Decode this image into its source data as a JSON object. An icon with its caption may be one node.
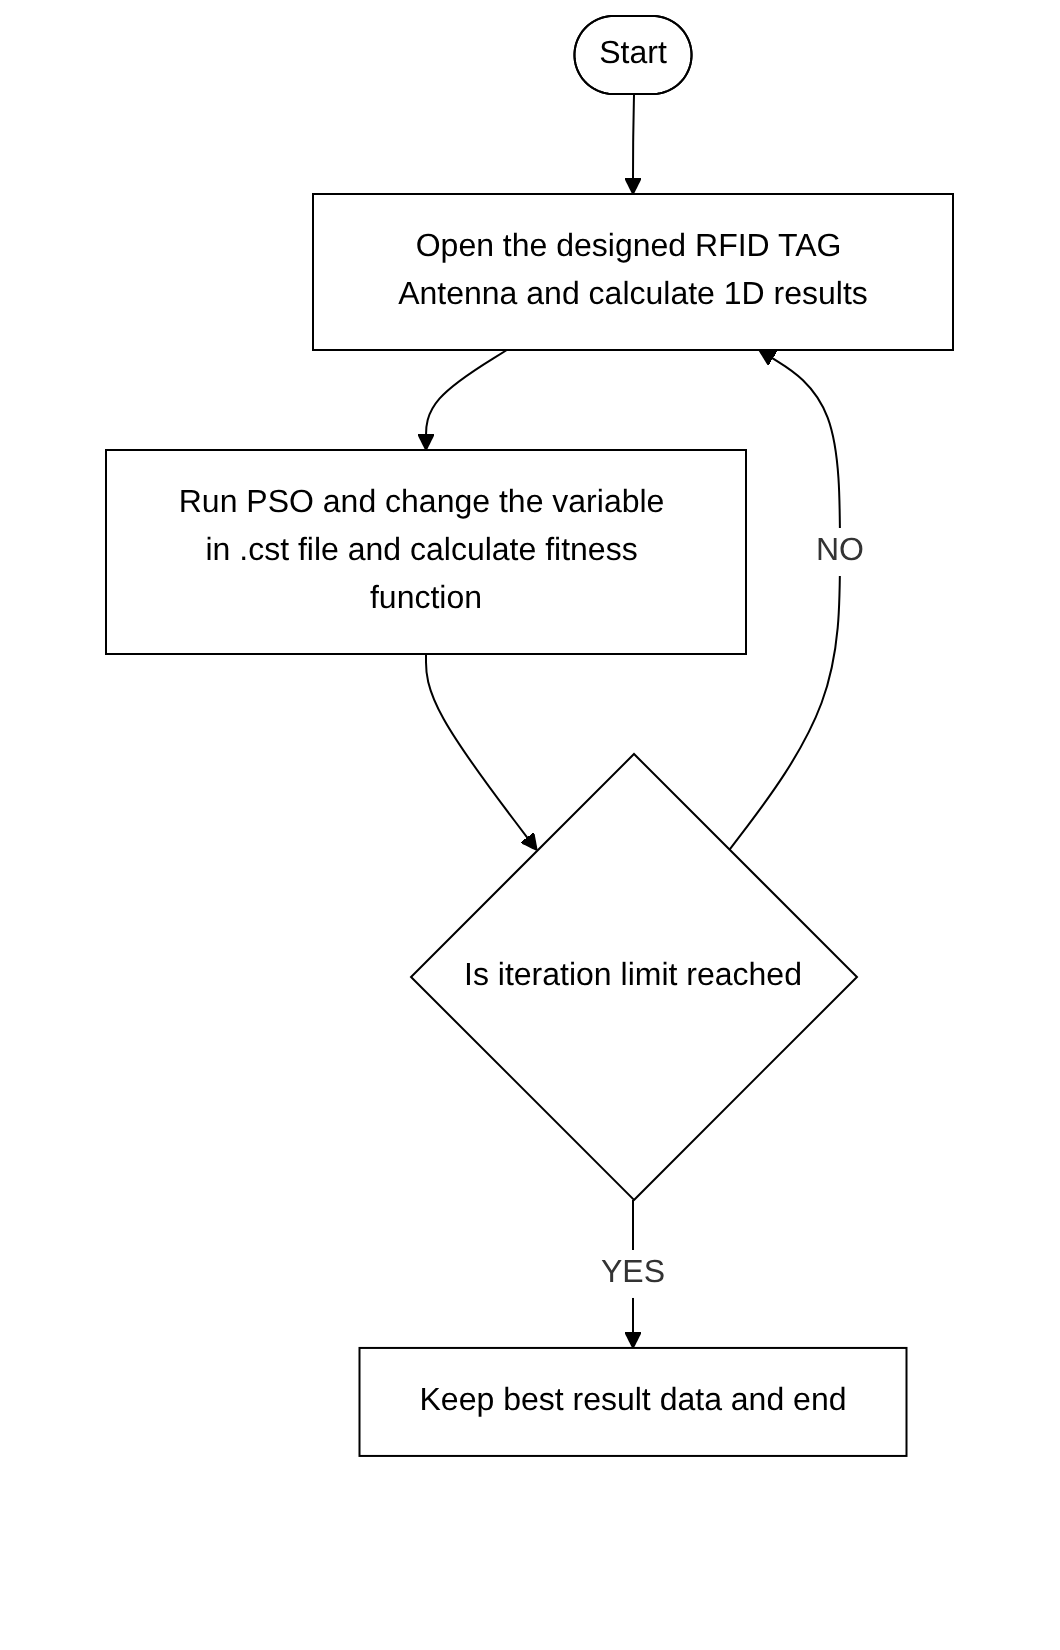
{
  "diagram": {
    "nodes": [
      {
        "text": [
          "Start"
        ]
      },
      {
        "text": [
          "Open the designed RFID TAG Antenna and calculate 1D results"
        ]
      },
      {
        "text": [
          "Run PSO and change the variable in .cst file and calculate fitness function"
        ]
      },
      {
        "text": [
          "Is iteration limit reached"
        ]
      },
      {
        "text": [
          "Keep best result data and end"
        ]
      }
    ],
    "edges": [
      {
        "from": 0,
        "to": 1,
        "arrow": "to"
      },
      {
        "from": 1,
        "to": 2,
        "arrow": "to"
      },
      {
        "from": 2,
        "to": 3,
        "arrow": "to"
      },
      {
        "from": 3,
        "to": 1,
        "arrow": "to",
        "label": "NO"
      },
      {
        "from": 3,
        "to": 4,
        "arrow": "to",
        "label": "YES"
      }
    ]
  }
}
